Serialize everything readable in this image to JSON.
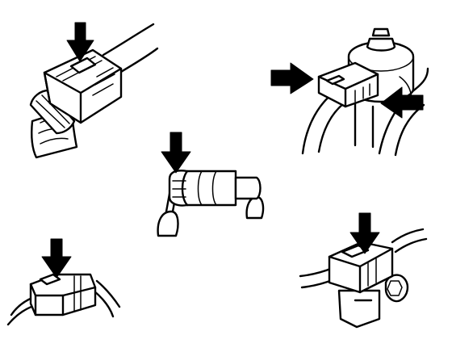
{
  "figure": {
    "description_visible_text": "",
    "background_color": "#ffffff",
    "line_color": "#000000",
    "panels": [
      {
        "id": "top-left",
        "arrow_icon": "arrow-down-icon",
        "connector_icon": "multi-pin-connector-icon"
      },
      {
        "id": "top-right",
        "arrow_icon": "arrow-right-icon",
        "second_arrow_icon": "arrow-left-icon",
        "connector_icon": "sensor-connector-icon"
      },
      {
        "id": "center",
        "arrow_icon": "arrow-down-icon",
        "connector_icon": "two-pin-connector-icon"
      },
      {
        "id": "bottom-left",
        "arrow_icon": "arrow-down-icon",
        "connector_icon": "inline-connector-icon"
      },
      {
        "id": "bottom-right",
        "arrow_icon": "arrow-down-icon",
        "connector_icon": "bracket-connector-icon"
      }
    ]
  }
}
